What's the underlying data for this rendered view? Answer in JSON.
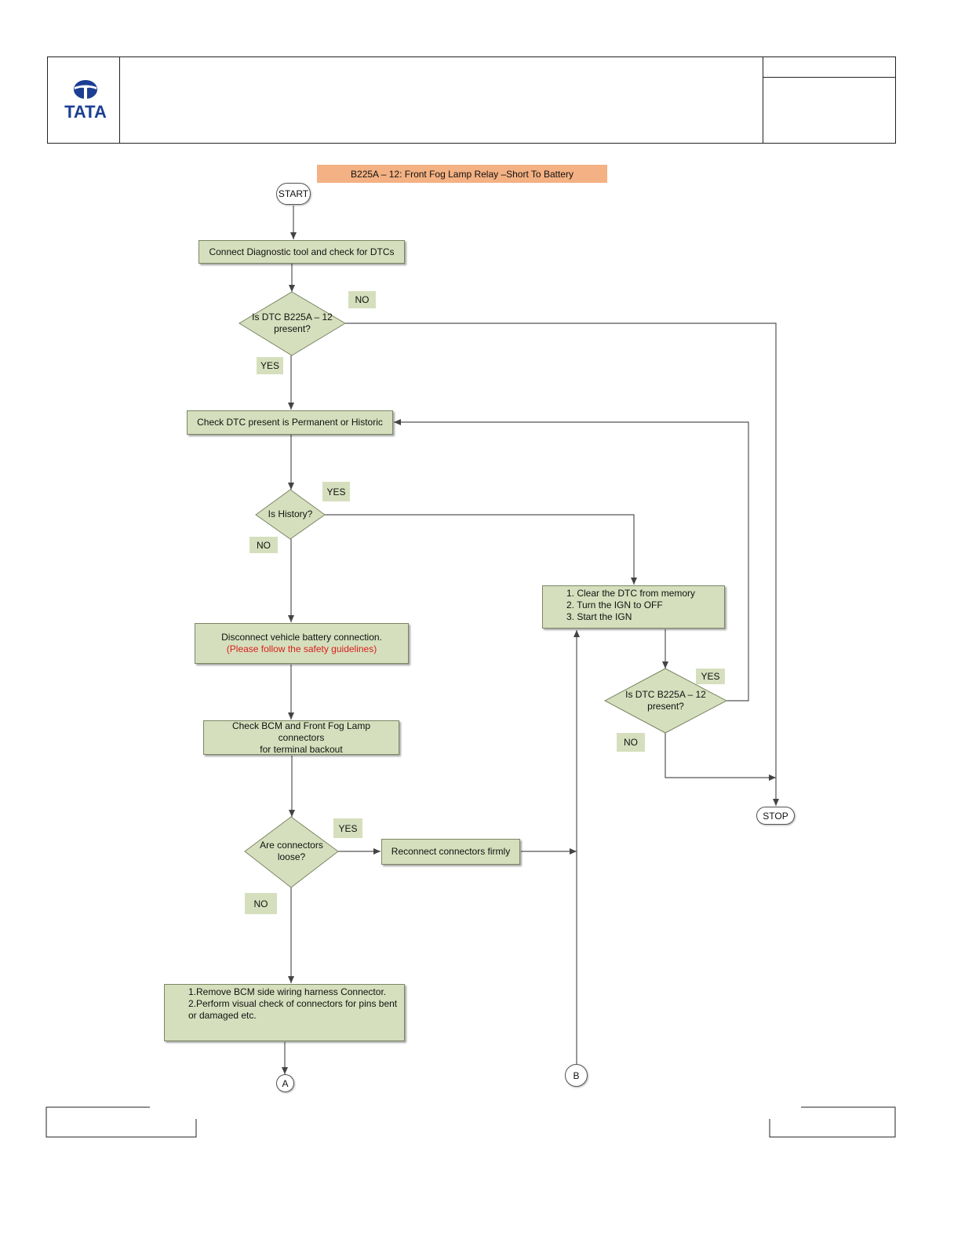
{
  "header": {
    "logo_text": "TATA"
  },
  "title": "B225A – 12: Front Fog Lamp Relay  –Short To Battery",
  "terminals": {
    "start": "START",
    "stop": "STOP"
  },
  "process": {
    "connect_tool": "Connect Diagnostic tool and check for DTCs",
    "check_permanent": "Check DTC present is Permanent or Historic",
    "disconnect_line1": "Disconnect vehicle battery connection.",
    "disconnect_line2": "(Please follow the safety guidelines)",
    "check_bcm_line1": "Check  BCM and Front Fog Lamp  connectors",
    "check_bcm_line2": "for terminal backout",
    "reconnect": "Reconnect connectors firmly",
    "remove_line1": "1.Remove BCM side wiring harness Connector.",
    "remove_line2": "2.Perform visual check of connectors for pins bent",
    "remove_line3": "or damaged etc.",
    "clear_line1": "1. Clear the DTC from memory",
    "clear_line2": "2. Turn the IGN to OFF",
    "clear_line3": "3. Start the IGN"
  },
  "decisions": {
    "is_dtc_line1": "Is DTC B225A – 12",
    "is_dtc_line2": "present?",
    "is_history": "Is History?",
    "loose_line1": "Are connectors",
    "loose_line2": "loose?",
    "is_dtc2_line1": "Is DTC B225A – 12",
    "is_dtc2_line2": "present?"
  },
  "labels": {
    "no": "NO",
    "yes": "YES"
  },
  "connectors": {
    "a": "A",
    "b": "B"
  },
  "colors": {
    "box_fill": "#d6dfbd",
    "title_fill": "#f4b183",
    "warning_text": "#d6201c",
    "logo_blue": "#1c3f94"
  }
}
